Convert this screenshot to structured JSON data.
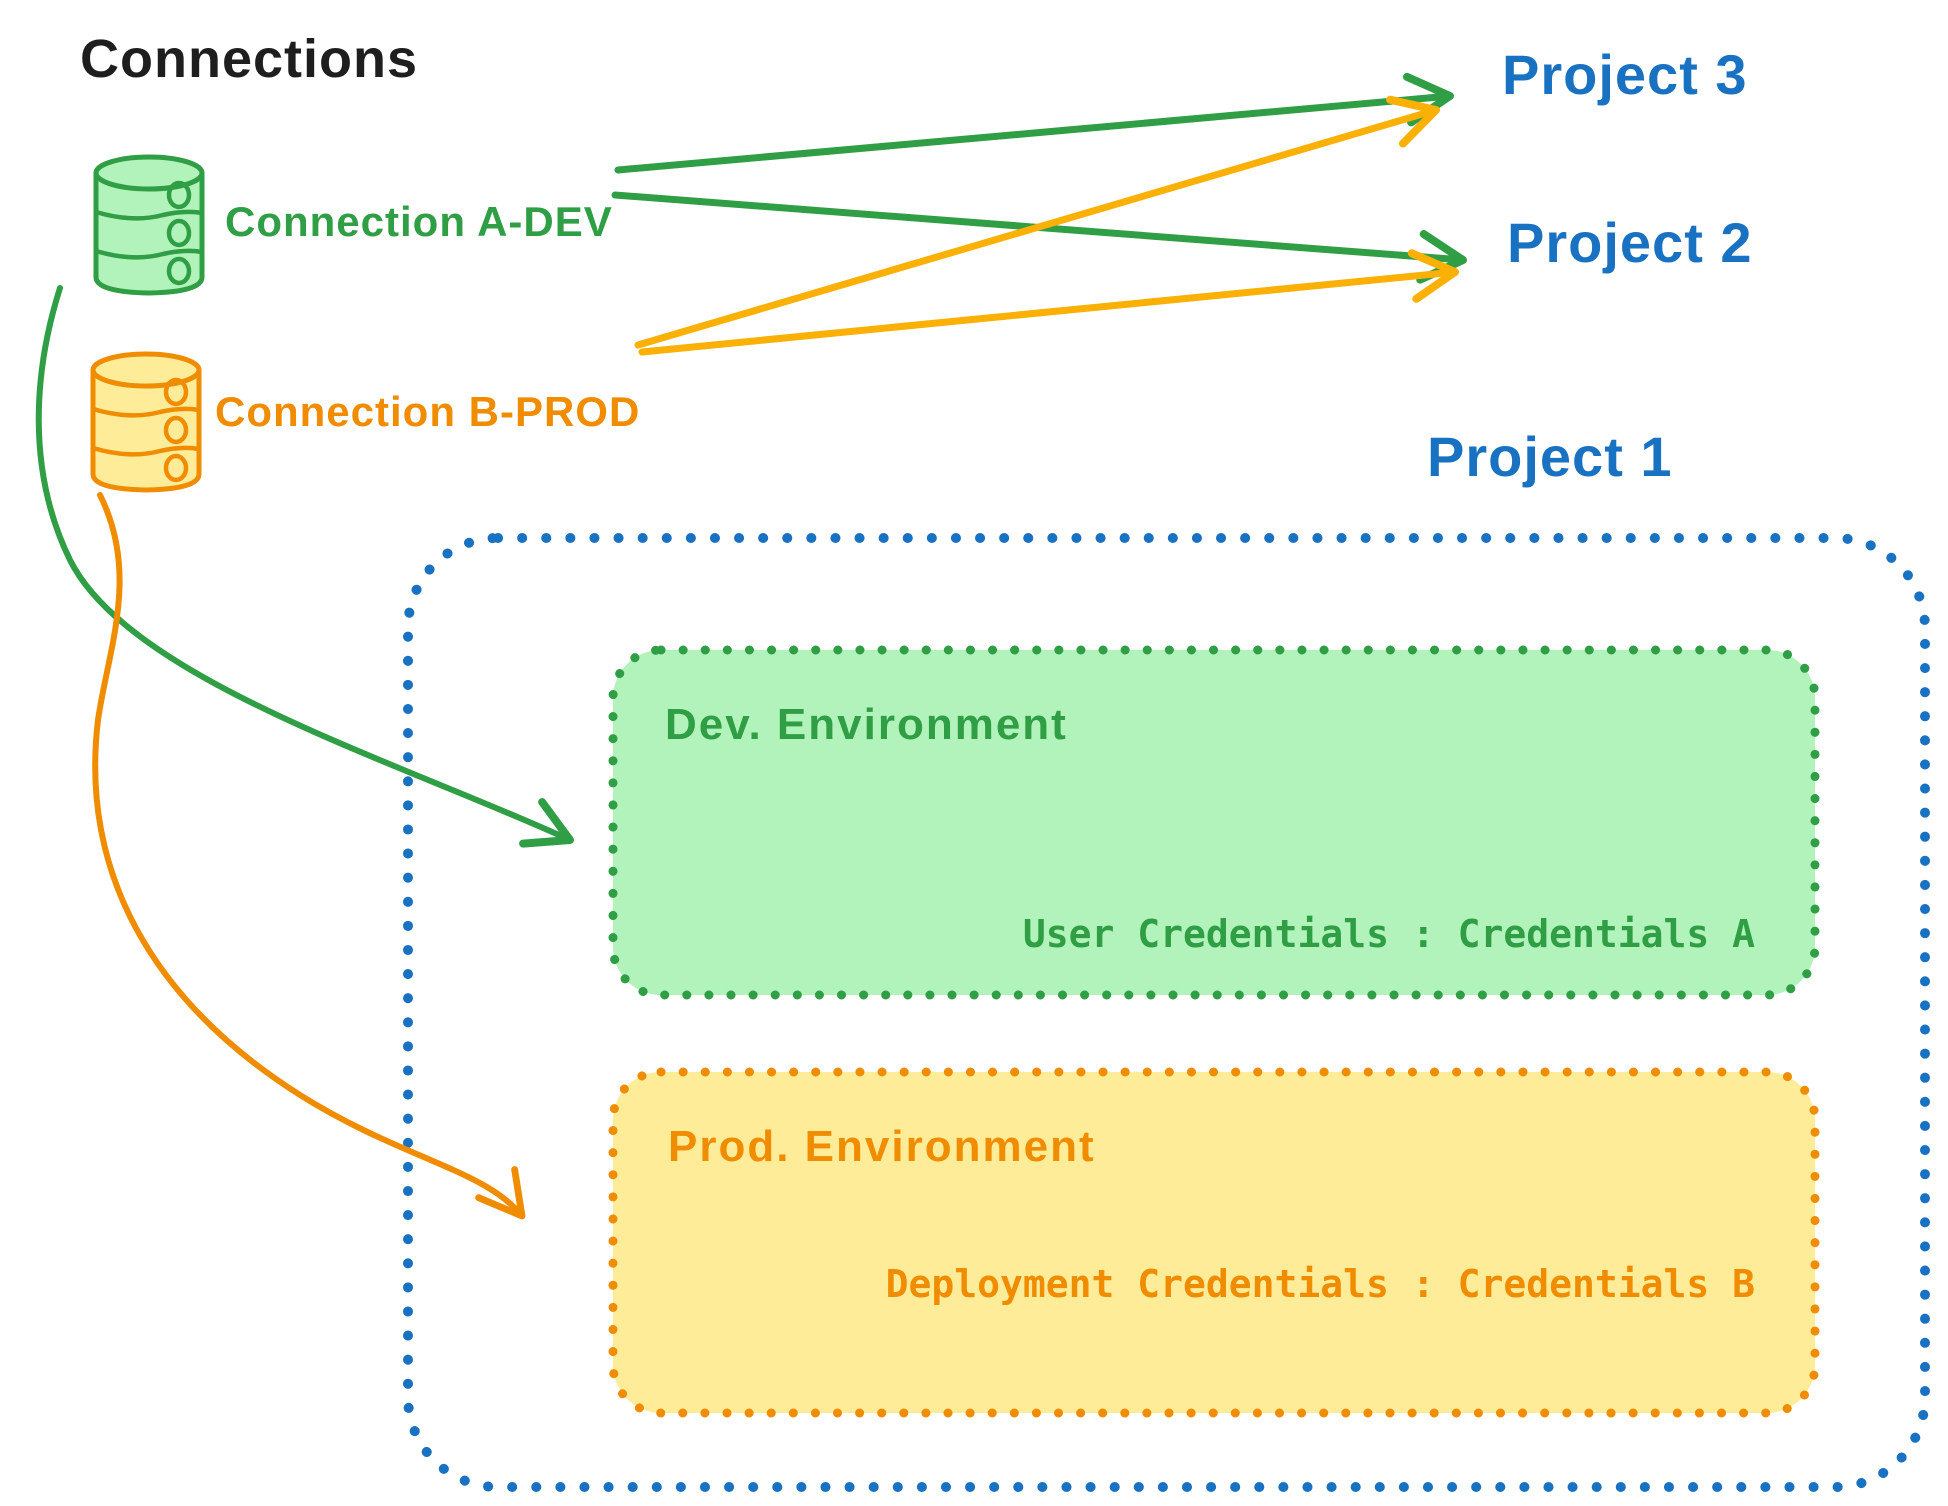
{
  "title": "Connections",
  "connections": [
    {
      "id": "a-dev",
      "label": "Connection A-DEV",
      "color": "#2f9e44",
      "fill": "#b2f2bb",
      "targets": [
        "Project 3",
        "Project 2",
        "Dev. Environment"
      ]
    },
    {
      "id": "b-prod",
      "label": "Connection B-PROD",
      "color": "#f08c00",
      "fill": "#ffec99",
      "targets": [
        "Project 3",
        "Project 2",
        "Prod. Environment"
      ]
    }
  ],
  "projects": [
    {
      "label": "Project 3"
    },
    {
      "label": "Project 2"
    },
    {
      "label": "Project 1"
    }
  ],
  "project1": {
    "label": "Project 1",
    "environments": [
      {
        "name": "Dev. Environment",
        "credentials_line": "User Credentials : Credentials A"
      },
      {
        "name": "Prod. Environment",
        "credentials_line": "Deployment Credentials : Credentials B"
      }
    ]
  },
  "colors": {
    "ink": "#1e1e1e",
    "green": "#2f9e44",
    "green_fill": "#b2f2bb",
    "orange": "#f08c00",
    "orange_fill": "#ffec99",
    "amber_arrow": "#fab005",
    "blue": "#1971c2",
    "background": "#ffffff"
  }
}
